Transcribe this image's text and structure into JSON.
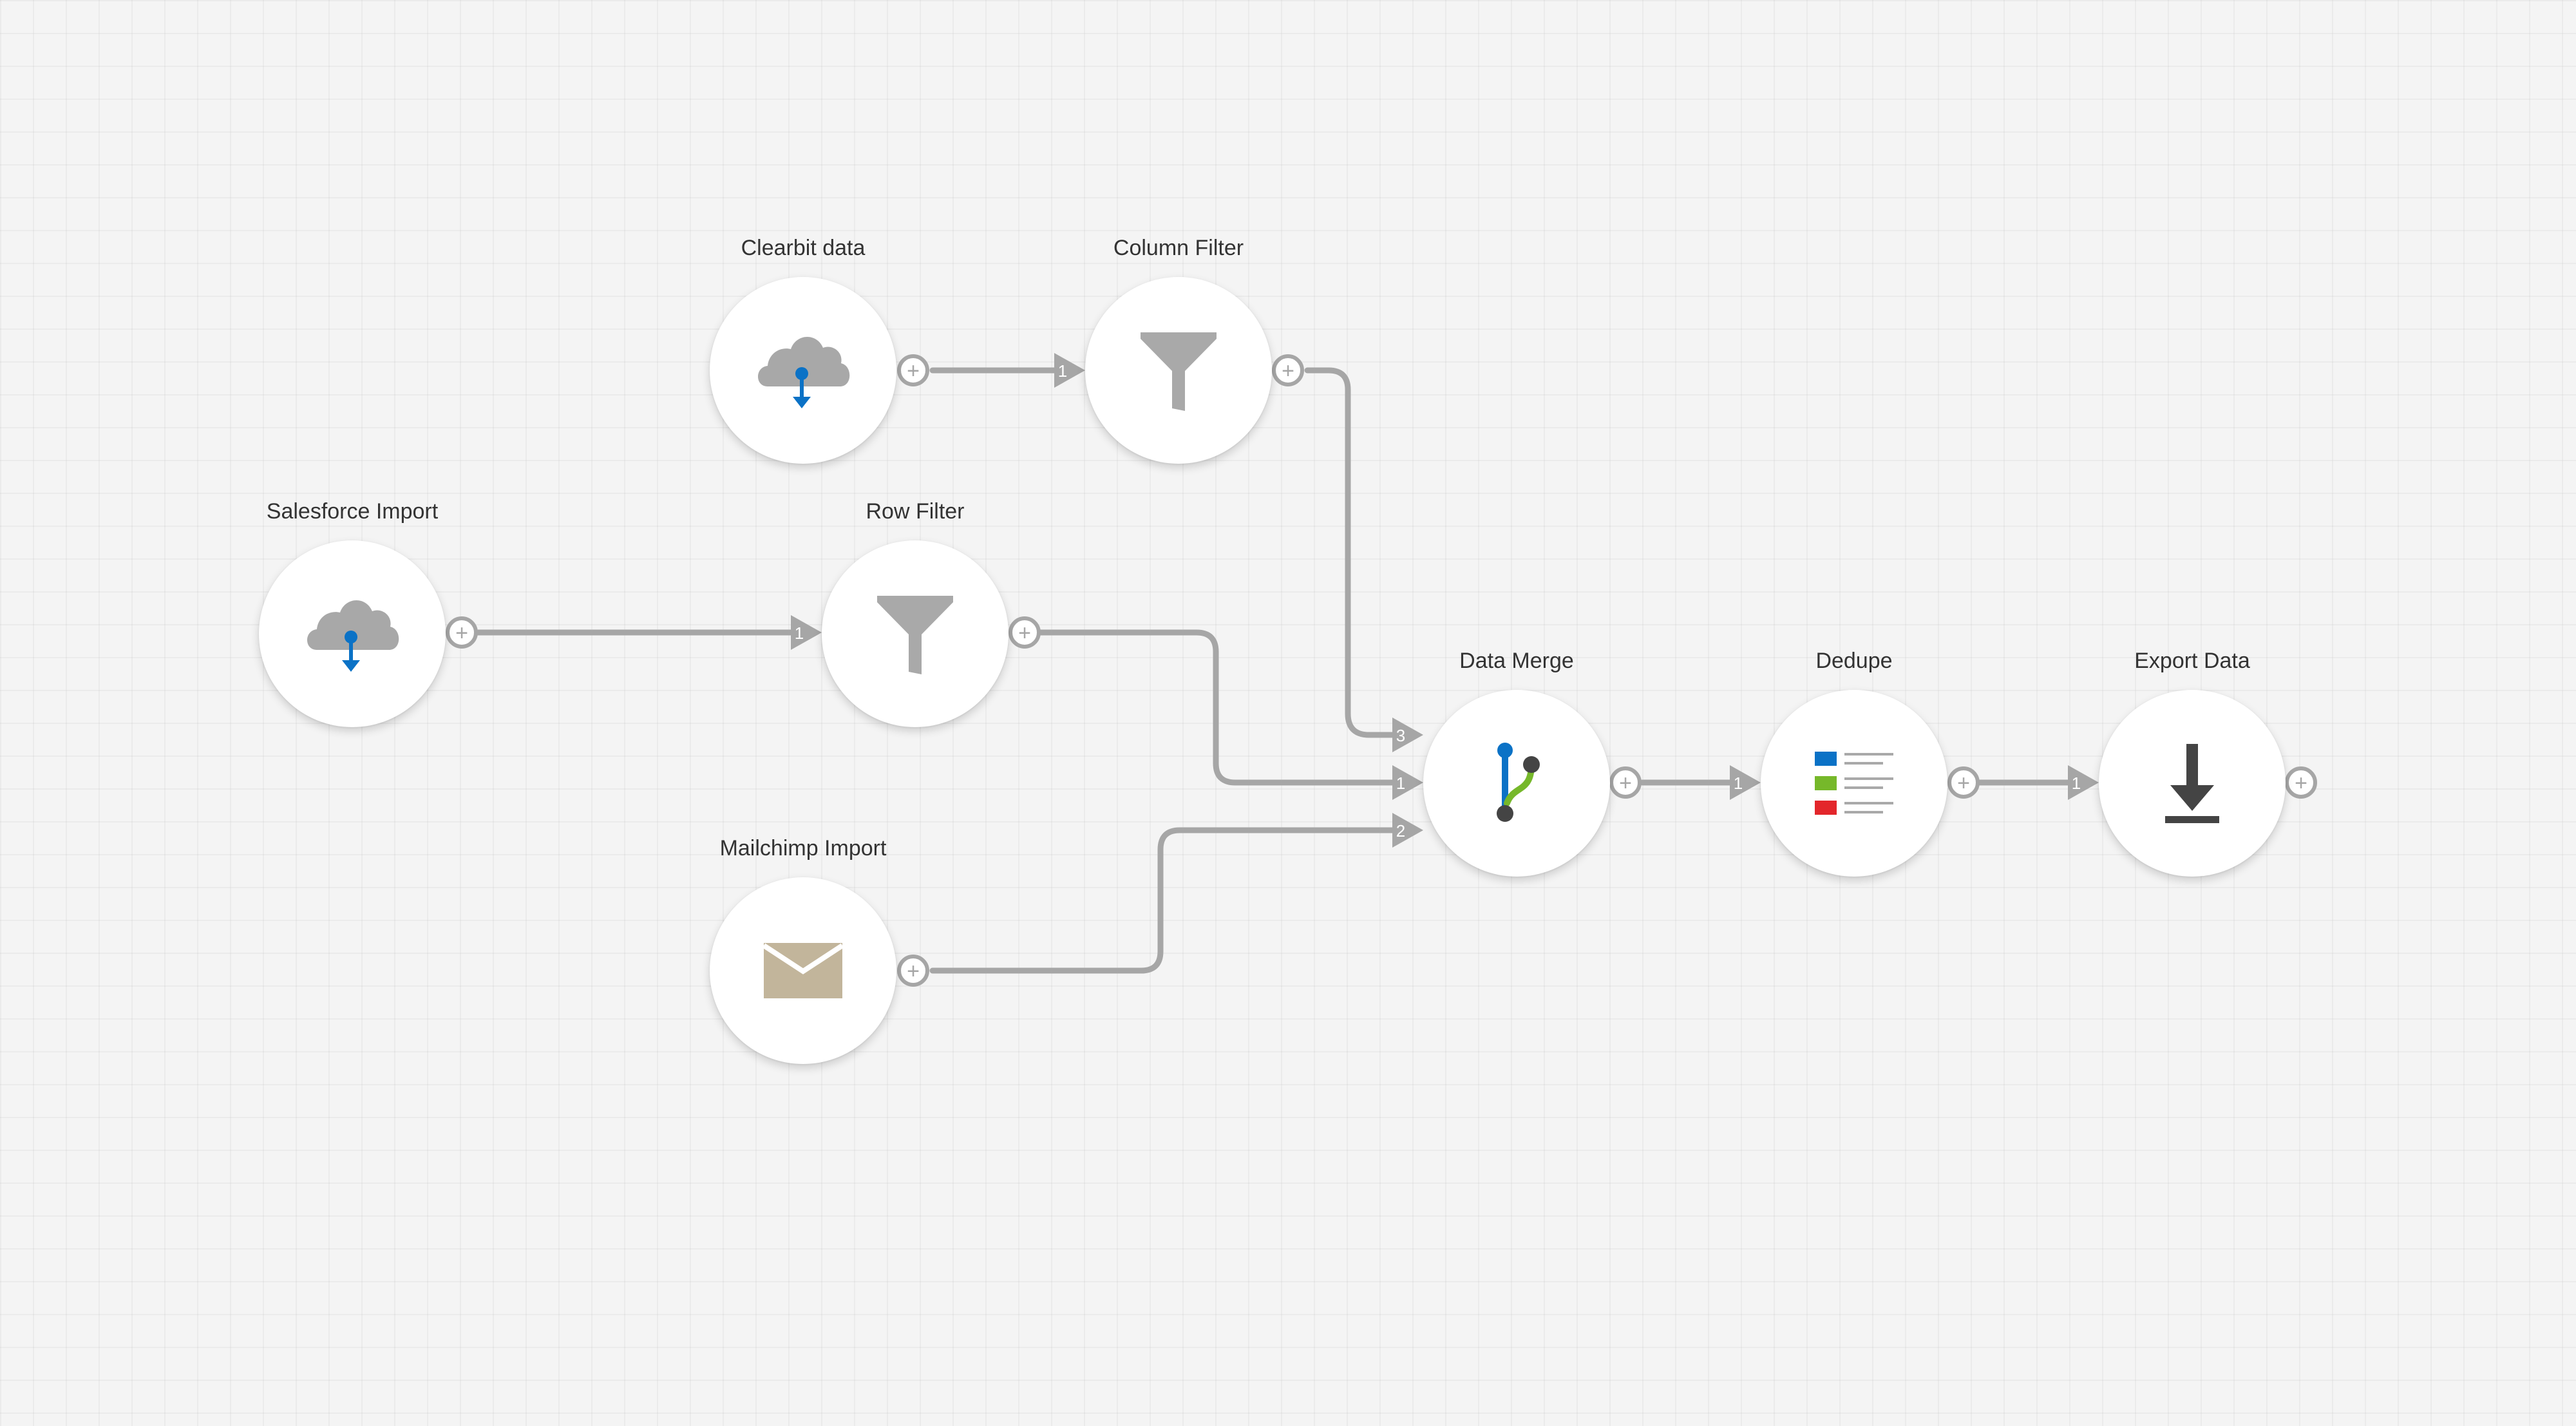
{
  "nodes": {
    "clearbit": {
      "label": "Clearbit data",
      "icon": "cloud-download-icon"
    },
    "colfilter": {
      "label": "Column Filter",
      "icon": "funnel-icon"
    },
    "salesforce": {
      "label": "Salesforce Import",
      "icon": "cloud-download-icon"
    },
    "rowfilter": {
      "label": "Row Filter",
      "icon": "funnel-icon"
    },
    "mailchimp": {
      "label": "Mailchimp Import",
      "icon": "envelope-icon"
    },
    "merge": {
      "label": "Data Merge",
      "icon": "merge-branch-icon"
    },
    "dedupe": {
      "label": "Dedupe",
      "icon": "dedupe-list-icon"
    },
    "export": {
      "label": "Export Data",
      "icon": "download-icon"
    }
  },
  "edges": [
    {
      "from": "Clearbit data",
      "to": "Column Filter",
      "input_index": "1"
    },
    {
      "from": "Salesforce Import",
      "to": "Row Filter",
      "input_index": "1"
    },
    {
      "from": "Column Filter",
      "to": "Data Merge",
      "input_index": "3"
    },
    {
      "from": "Row Filter",
      "to": "Data Merge",
      "input_index": "1"
    },
    {
      "from": "Mailchimp Import",
      "to": "Data Merge",
      "input_index": "2"
    },
    {
      "from": "Data Merge",
      "to": "Dedupe",
      "input_index": "1"
    },
    {
      "from": "Dedupe",
      "to": "Export Data",
      "input_index": "1"
    }
  ],
  "port_symbol": "+",
  "colors": {
    "connector": "#a6a6a6",
    "node_background": "#ffffff",
    "cloud": "#a8a8a8",
    "accent_blue": "#0b72c6",
    "funnel": "#a9a9a9",
    "envelope": "#c2b59b",
    "merge_green": "#76b82a",
    "merge_dark": "#444444",
    "dedupe_blue": "#0b72c6",
    "dedupe_green": "#76b82a",
    "dedupe_red": "#e3262b",
    "export_icon": "#444444"
  }
}
